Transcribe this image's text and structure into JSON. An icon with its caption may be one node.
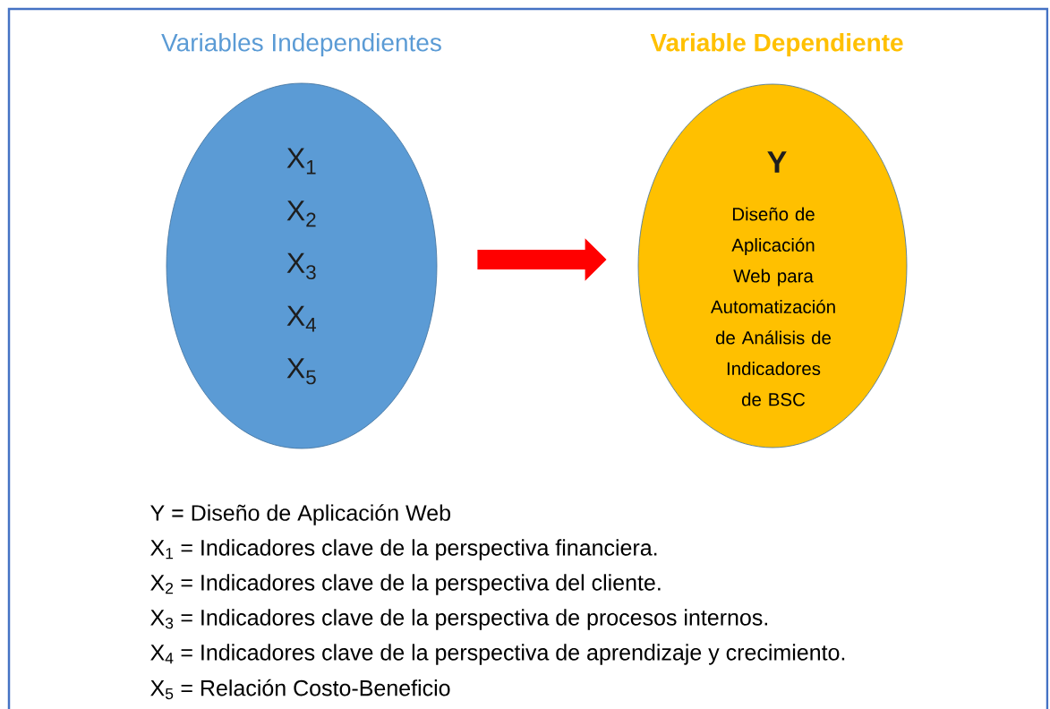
{
  "diagram": {
    "nodes": [
      {
        "text": [
          "Variables Independientes",
          "X$_{1}$",
          "X$_{2}$",
          "X$_{3}$",
          "X$_{4}$",
          "X$_{5}$"
        ]
      },
      {
        "text": [
          "Variable Dependiente",
          "Y",
          "Diseño de Aplicación Web para Automatización de Análisis de Indicadores de BSC"
        ]
      }
    ],
    "edges": [
      {
        "from": 0,
        "to": 1,
        "arrow": "to"
      }
    ],
    "labels": [
      "Y  = Diseño de Aplicación Web",
      "X$_{1}$ = Indicadores clave de la perspectiva financiera.",
      "X$_{2}$ = Indicadores clave de la perspectiva del cliente.",
      "X$_{3}$ = Indicadores clave de la perspectiva de procesos internos.",
      "X$_{4}$ = Indicadores clave de la perspectiva de aprendizaje y crecimiento.",
      "X$_{5}$ = Relación Costo-Beneficio"
    ]
  }
}
